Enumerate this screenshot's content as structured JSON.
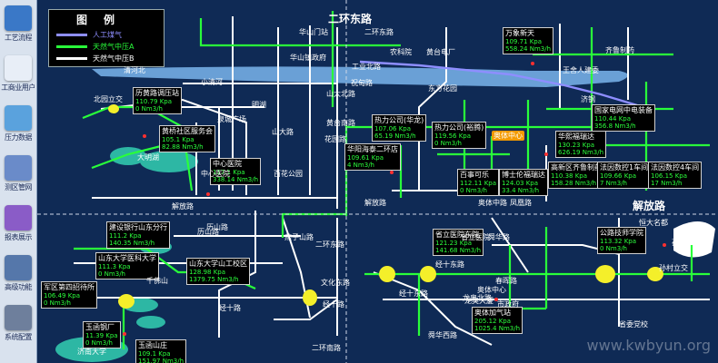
{
  "sidebar": [
    {
      "label": "工艺流程",
      "icon": "home-icon",
      "color": "#3a78c7"
    },
    {
      "label": "工商业用户",
      "icon": "chart-icon",
      "color": "#e8eef7"
    },
    {
      "label": "压力数据",
      "icon": "gauge-icon",
      "color": "#5aa2dd"
    },
    {
      "label": "测区管网",
      "icon": "network-icon",
      "color": "#6a8bc9"
    },
    {
      "label": "报表展示",
      "icon": "books-icon",
      "color": "#8a5cc7"
    },
    {
      "label": "高级功能",
      "icon": "gear-icon",
      "color": "#5577aa"
    },
    {
      "label": "系统配置",
      "icon": "tools-icon",
      "color": "#6e7f9c"
    }
  ],
  "legend": {
    "title": "图例",
    "items": [
      {
        "label": "人工煤气",
        "color": "#8e8eff"
      },
      {
        "label": "天然气中压A",
        "color": "#29ff3a"
      },
      {
        "label": "天然气中压B",
        "color": "#ffffff"
      }
    ]
  },
  "area_titles": [
    {
      "text": "二环东路"
    },
    {
      "text": "解放路"
    }
  ],
  "stations": [
    {
      "name": "历黄路调压站",
      "v1": "110.79",
      "u1": "Kpa",
      "v2": "0",
      "u2": "Nm3/h"
    },
    {
      "name": "黄桥社区服务会",
      "v1": "105.1",
      "u1": "Kpa",
      "v2": "82.88",
      "u2": "Nm3/h"
    },
    {
      "name": "中心医院",
      "v1": "117.1",
      "u1": "Kpa",
      "v2": "338.14",
      "u2": "Nm3/h"
    },
    {
      "name": "万象新天",
      "v1": "109.71",
      "u1": "Kpa",
      "v2": "558.24",
      "u2": "Nm3/h"
    },
    {
      "name": "国家电网中电装备",
      "v1": "110.44",
      "u1": "Kpa",
      "v2": "356.8",
      "u2": "Nm3/h"
    },
    {
      "name": "热力公司(华龙)",
      "v1": "107.06",
      "u1": "Kpa",
      "v2": "65.19",
      "u2": "Nm3/h"
    },
    {
      "name": "热力公司(裕腾)",
      "v1": "119.56",
      "u1": "Kpa",
      "v2": "0",
      "u2": "Nm3/h"
    },
    {
      "name": "华熙福瑞达",
      "v1": "130.23",
      "u1": "Kpa",
      "v2": "626.19",
      "u2": "Nm3/h"
    },
    {
      "name": "华阳海泰二环店",
      "v1": "109.61",
      "u1": "Kpa",
      "v2": "4",
      "u2": "Nm3/h"
    },
    {
      "name": "百事可乐",
      "v1": "112.11",
      "u1": "Kpa",
      "v2": "0",
      "u2": "Nm3/h"
    },
    {
      "name": "博士伦福瑞达",
      "v1": "124.03",
      "u1": "Kpa",
      "v2": "33.4",
      "u2": "Nm3/h"
    },
    {
      "name": "高新区齐鲁制药",
      "v1": "110.38",
      "u1": "Kpa",
      "v2": "158.28",
      "u2": "Nm3/h"
    },
    {
      "name": "法因数控1车间",
      "v1": "109.66",
      "u1": "Kpa",
      "v2": "7",
      "u2": "Nm3/h"
    },
    {
      "name": "法因数控4车间",
      "v1": "106.15",
      "u1": "Kpa",
      "v2": "17",
      "u2": "Nm3/h"
    },
    {
      "name": "建设银行山东分行",
      "v1": "111.2",
      "u1": "Kpa",
      "v2": "140.35",
      "u2": "Nm3/h"
    },
    {
      "name": "山东大学医科大学",
      "v1": "111.3",
      "u1": "Kpa",
      "v2": "0",
      "u2": "Nm3/h"
    },
    {
      "name": "山东大学山工校区",
      "v1": "128.98",
      "u1": "Kpa",
      "v2": "1379.75",
      "u2": "Nm3/h"
    },
    {
      "name": "军区第四招待所",
      "v1": "106.49",
      "u1": "Kpa",
      "v2": "0",
      "u2": "Nm3/h"
    },
    {
      "name": "玉函钢厂",
      "v1": "11.39",
      "u1": "Kpa",
      "v2": "0",
      "u2": "Nm3/h"
    },
    {
      "name": "玉函山庄",
      "v1": "109.1",
      "u1": "Kpa",
      "v2": "151.97",
      "u2": "Nm3/h"
    },
    {
      "name": "省立医院东院",
      "v1": "121.23",
      "u1": "Kpa",
      "v2": "141.68",
      "u2": "Nm3/h"
    },
    {
      "name": "公路技师学院",
      "v1": "113.32",
      "u1": "Kpa",
      "v2": "0",
      "u2": "Nm3/h"
    },
    {
      "name": "奥体加气站",
      "v1": "205.12",
      "u1": "Kpa",
      "v2": "1025.4",
      "u2": "Nm3/h"
    }
  ],
  "road_labels": [
    "华山门站",
    "华山镇政府",
    "清河北",
    "小清河",
    "北园立交",
    "山大北路",
    "黄台南路",
    "花园路",
    "山大路",
    "百花公园",
    "二环东路",
    "工业北路",
    "农科院",
    "黄台电厂",
    "祝甸路",
    "东方花园",
    "王舍人建委",
    "齐鲁制药",
    "济钢",
    "历山路",
    "解放路",
    "奥体中路",
    "凤凰路",
    "解放路",
    "恒大名都",
    "孙村",
    "济南大学",
    "二环南路",
    "经十路",
    "燕子山路",
    "二环东路",
    "文化东路",
    "经十东路",
    "省立医院",
    "经十东路",
    "龙奥北路",
    "舜华路",
    "春晖路",
    "舜华西路",
    "中心医院",
    "大明湖",
    "明湖",
    "泉城广场",
    "历山路",
    "千佛山",
    "经十路",
    "孙村立交",
    "奥体中心",
    "龙奥大厦",
    "市政府",
    "省委党校"
  ],
  "watermark": "www.kwbyun.org"
}
